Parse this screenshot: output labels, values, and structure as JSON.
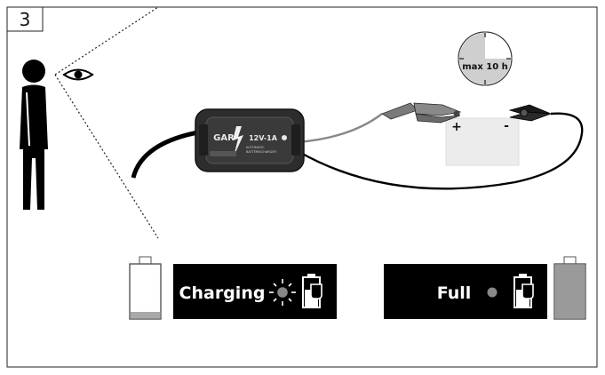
{
  "step": {
    "number": "3"
  },
  "timer": {
    "label": "max 10 h",
    "elapsed_fraction": 0.25
  },
  "charger": {
    "brand": "GAR",
    "model": "12V-1A",
    "subtitle_line1": "AUTOMATIC",
    "subtitle_line2": "BATTERIECHARGER"
  },
  "battery_terminals": {
    "positive": "+",
    "negative": "-"
  },
  "status_charging": {
    "label": "Charging",
    "battery_level": 0.12
  },
  "status_full": {
    "label": "Full",
    "battery_level": 1.0
  },
  "colors": {
    "panel": "#000000",
    "battery_full": "#9a9a9a",
    "battery_low": "#a9a9a9",
    "clock_fill": "#cfcfcf"
  }
}
